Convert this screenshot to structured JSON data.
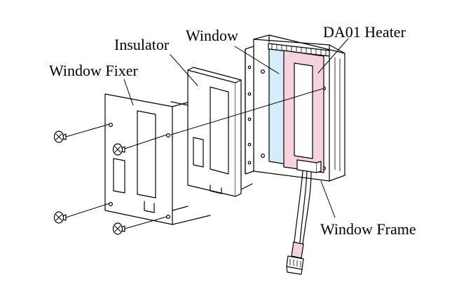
{
  "labels": {
    "window_fixer": "Window Fixer",
    "insulator": "Insulator",
    "window": "Window",
    "heater": "DA01 Heater",
    "window_frame": "Window Frame"
  },
  "colors": {
    "window_glass": "#d6ecf8",
    "heater_film": "#f6d2dc",
    "line": "#000000"
  }
}
